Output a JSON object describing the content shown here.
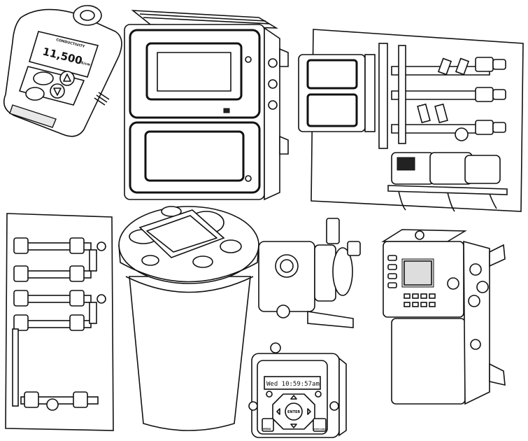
{
  "meter": {
    "brand": "CONDUCTIVITY",
    "reading": "11,500",
    "unit": "uS/cm"
  },
  "controller": {
    "display": "Wed 10:59:57am",
    "enter_label": "ENTER",
    "menu_label": "MENU",
    "stop_label": "STOP/CANCEL"
  }
}
